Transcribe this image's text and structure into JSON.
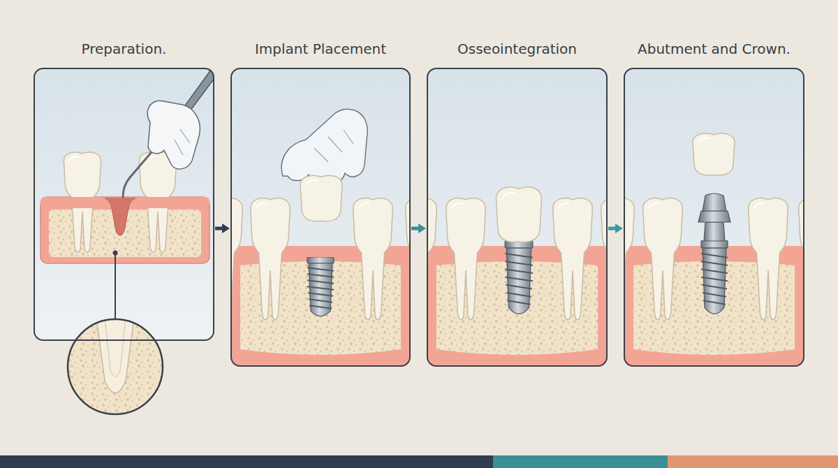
{
  "diagram": {
    "nodes": [
      {
        "text": [
          "Preparation."
        ]
      },
      {
        "text": [
          "Implant Placement"
        ]
      },
      {
        "text": [
          "Osseointegration"
        ]
      },
      {
        "text": [
          "Abutment and Crown."
        ]
      }
    ],
    "edges": [
      {
        "from": 0,
        "to": 1,
        "arrow": "to"
      },
      {
        "from": 1,
        "to": 2,
        "arrow": "to"
      },
      {
        "from": 2,
        "to": 3,
        "arrow": "to"
      }
    ]
  }
}
